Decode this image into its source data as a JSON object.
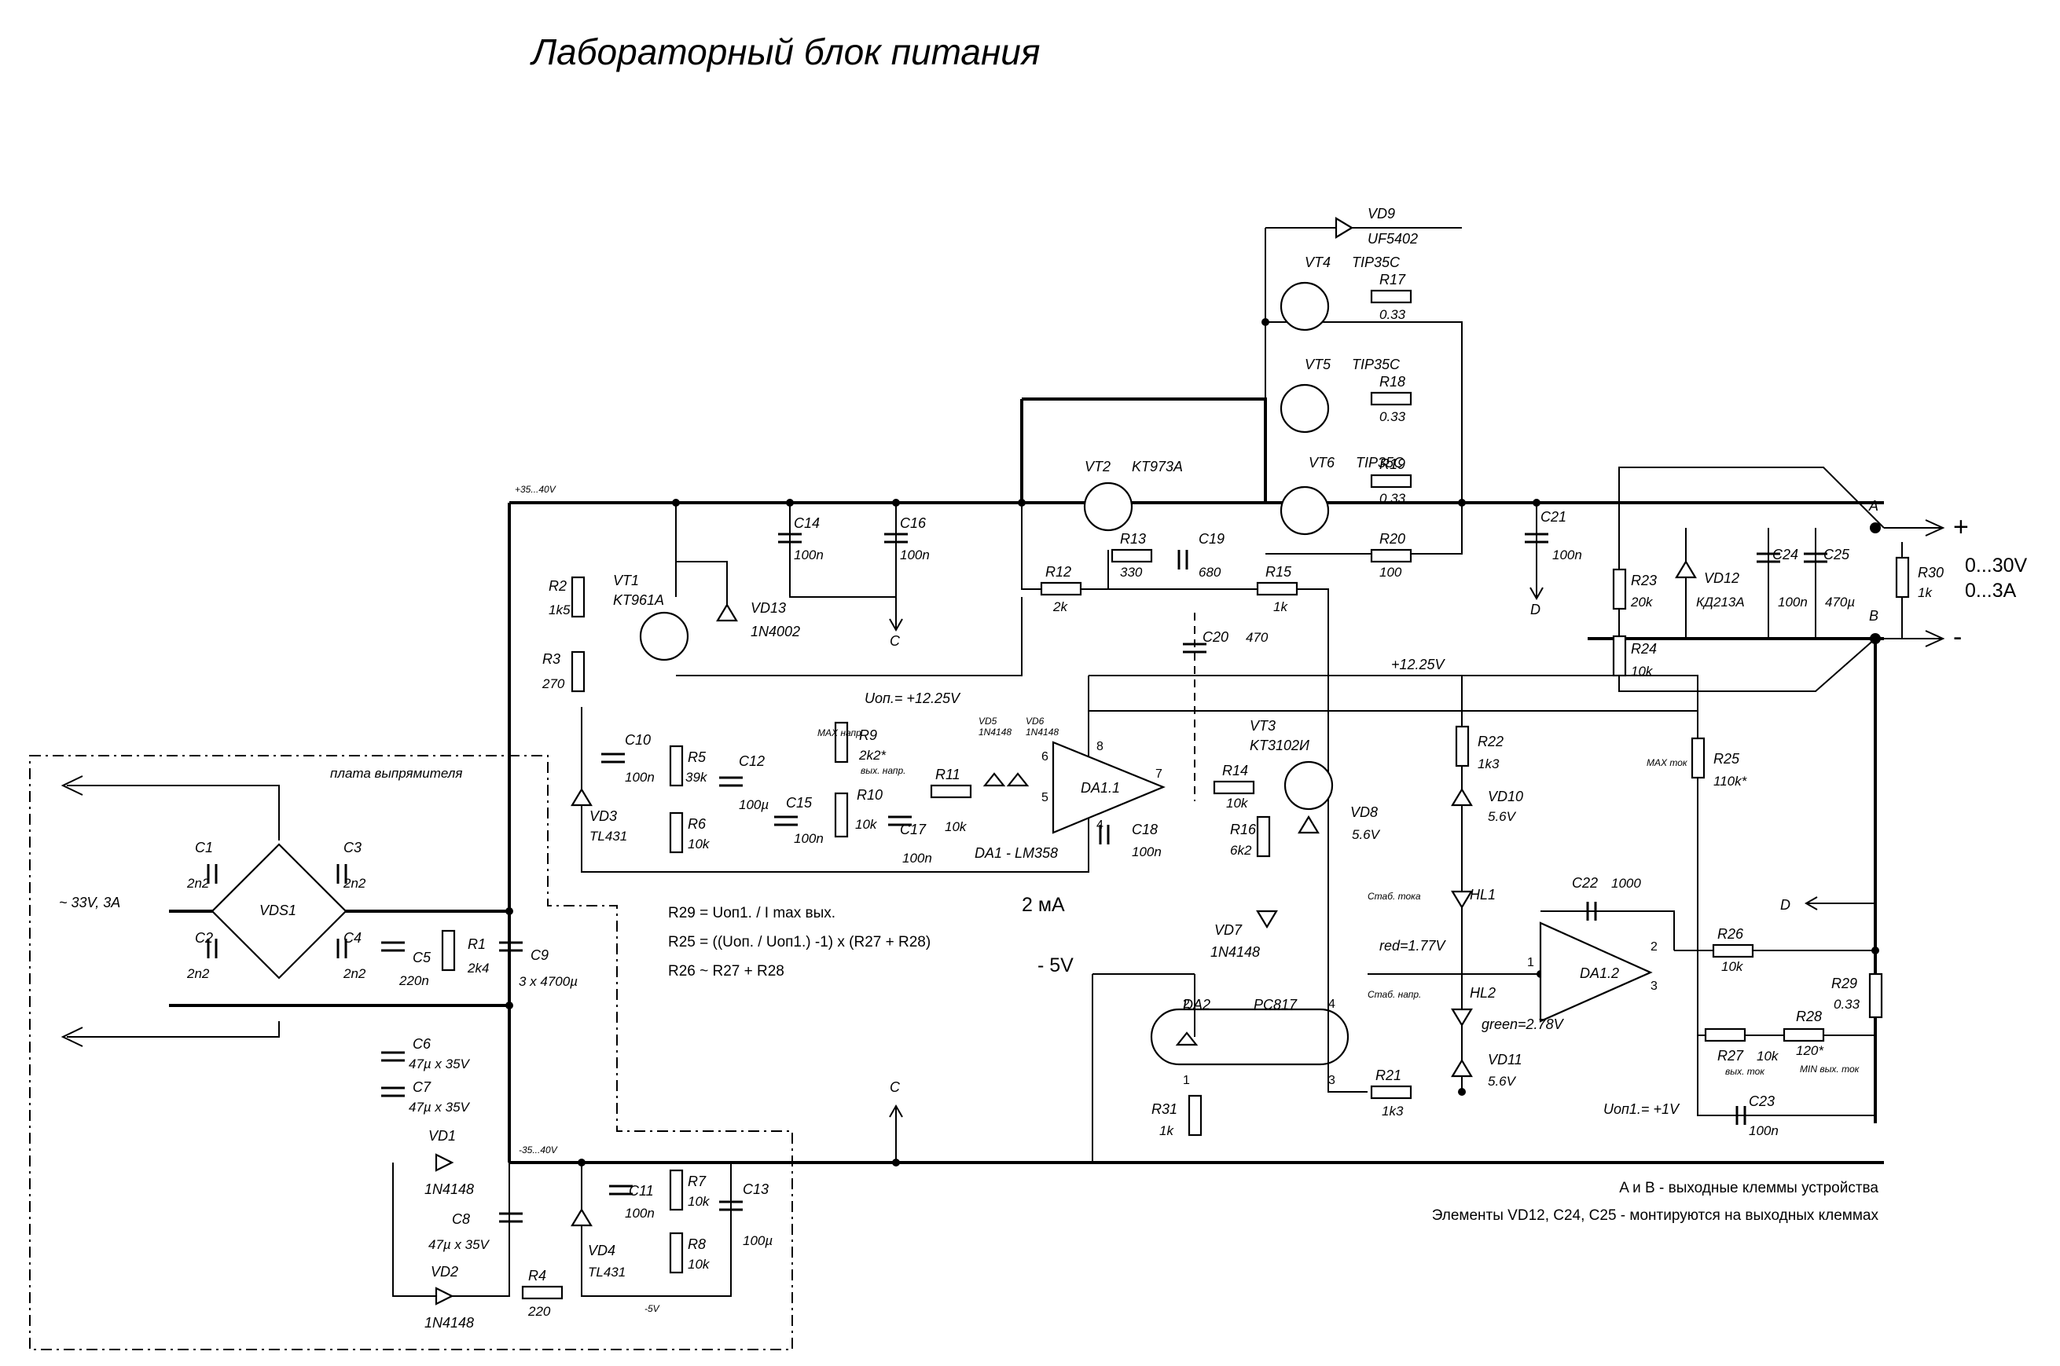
{
  "title": "Лабораторный  блок  питания",
  "net_labels": {
    "plus_rail": "+35...40V",
    "minus_rail": "-35...40V",
    "ref": "Uоп.= +12.25V",
    "plus12": "+12.25V",
    "minus5": "- 5V",
    "minus5_small": "-5V",
    "ma": "2 мА",
    "uop1": "Uоп1.= +1V",
    "node_a": "A",
    "node_b": "B",
    "node_c": "C",
    "node_d": "D",
    "ac_in": "~ 33V, 3A",
    "rect_board": "плата  выпрямителя",
    "out_plus": "+",
    "out_minus": "-",
    "out_v": "0...30V",
    "out_i": "0...3A",
    "da1": "DA1 - LM358",
    "max_v": "MAX\nнапр.",
    "out_v_hint": "вых. напр.",
    "max_i": "MAX\nток",
    "min_i": "MIN\nвых. ток",
    "out_i_hint": "вых. ток",
    "stab_i": "Стаб. тока",
    "stab_v": "Стаб. напр.",
    "red": "red=1.77V",
    "green": "green=2.78V"
  },
  "formulas": [
    "R29 = Uоп1. / I max вых.",
    "R25 = ((Uоп. / Uоп1.) -1) x (R27 + R28)",
    "R26 ~  R27 + R28"
  ],
  "notes": [
    "A и B - выходные клеммы устройства",
    "Элементы VD12, C24, C25 - монтируются на выходных клеммах"
  ],
  "components": {
    "VD9": [
      "VD9",
      "UF5402"
    ],
    "VT4": [
      "VT4",
      "TIP35C"
    ],
    "VT5": [
      "VT5",
      "TIP35C"
    ],
    "VT6": [
      "VT6",
      "TIP35C"
    ],
    "VT2": [
      "VT2",
      "KT973A"
    ],
    "R17": [
      "R17",
      "0.33"
    ],
    "R18": [
      "R18",
      "0.33"
    ],
    "R19": [
      "R19",
      "0.33"
    ],
    "R20": [
      "R20",
      "100"
    ],
    "R12": [
      "R12",
      "2k"
    ],
    "R13": [
      "R13",
      "330"
    ],
    "C19": [
      "C19",
      "680"
    ],
    "R15": [
      "R15",
      "1k"
    ],
    "C14": [
      "C14",
      "100n"
    ],
    "C16": [
      "C16",
      "100n"
    ],
    "C21": [
      "C21",
      "100n"
    ],
    "R2": [
      "R2",
      "1k5"
    ],
    "R3": [
      "R3",
      "270"
    ],
    "VT1": [
      "VT1",
      "KT961A"
    ],
    "VD13": [
      "VD13",
      "1N4002"
    ],
    "C10": [
      "C10",
      "100n"
    ],
    "R5": [
      "R5",
      "39k"
    ],
    "R6": [
      "R6",
      "10k"
    ],
    "VD3": [
      "VD3",
      "TL431"
    ],
    "C12": [
      "C12",
      "100µ"
    ],
    "C15": [
      "C15",
      "100n"
    ],
    "R9": [
      "R9",
      "2k2*"
    ],
    "R10": [
      "R10",
      "10k"
    ],
    "C17": [
      "C17",
      "100n"
    ],
    "R11": [
      "R11",
      "10k"
    ],
    "VD5": [
      "VD5",
      "1N4148"
    ],
    "VD6": [
      "VD6",
      "1N4148"
    ],
    "DA11": [
      "DA1.1",
      ""
    ],
    "C18": [
      "C18",
      "100n"
    ],
    "C20": [
      "C20",
      "470"
    ],
    "R14": [
      "R14",
      "10k"
    ],
    "VT3": [
      "VT3",
      "KT3102И"
    ],
    "VD8": [
      "VD8",
      "5.6V"
    ],
    "R16": [
      "R16",
      "6k2"
    ],
    "VD7": [
      "VD7",
      "1N4148"
    ],
    "R22": [
      "R22",
      "1k3"
    ],
    "VD10": [
      "VD10",
      "5.6V"
    ],
    "HL1": [
      "HL1",
      ""
    ],
    "HL2": [
      "HL2",
      ""
    ],
    "VD11": [
      "VD11",
      "5.6V"
    ],
    "R21": [
      "R21",
      "1k3"
    ],
    "DA2": [
      "DA2",
      "PC817"
    ],
    "R31": [
      "R31",
      "1k"
    ],
    "C22": [
      "C22",
      "1000"
    ],
    "DA12": [
      "DA1.2",
      ""
    ],
    "R26": [
      "R26",
      "10k"
    ],
    "R27": [
      "R27",
      "10k"
    ],
    "R28": [
      "R28",
      "120*"
    ],
    "R29": [
      "R29",
      "0.33"
    ],
    "C23": [
      "C23",
      "100n"
    ],
    "R23": [
      "R23",
      "20k"
    ],
    "R24": [
      "R24",
      "10k"
    ],
    "R25": [
      "R25",
      "110k*"
    ],
    "VD12": [
      "VD12",
      "КД213А"
    ],
    "C24": [
      "C24",
      "100n"
    ],
    "C25": [
      "C25",
      "470µ"
    ],
    "R30": [
      "R30",
      "1k"
    ],
    "VDS1": [
      "VDS1",
      ""
    ],
    "C1": [
      "C1",
      "2n2"
    ],
    "C2": [
      "C2",
      "2n2"
    ],
    "C3": [
      "C3",
      "2n2"
    ],
    "C4": [
      "C4",
      "2n2"
    ],
    "C5": [
      "C5",
      "220n"
    ],
    "R1": [
      "R1",
      "2k4"
    ],
    "C9": [
      "C9",
      "3 x 4700µ"
    ],
    "C6": [
      "C6",
      "47µ x 35V"
    ],
    "C7": [
      "C7",
      "47µ x 35V"
    ],
    "VD1": [
      "VD1",
      "1N4148"
    ],
    "VD2": [
      "VD2",
      "1N4148"
    ],
    "C8": [
      "C8",
      "47µ x 35V"
    ],
    "R4": [
      "R4",
      "220"
    ],
    "VD4": [
      "VD4",
      "TL431"
    ],
    "C11": [
      "C11",
      "100n"
    ],
    "R7": [
      "R7",
      "10k"
    ],
    "R8": [
      "R8",
      "10k"
    ],
    "C13": [
      "C13",
      "100µ"
    ]
  },
  "pins": [
    "6",
    "8",
    "5",
    "7",
    "4",
    "1",
    "2",
    "3",
    "2",
    "4",
    "1",
    "3"
  ]
}
